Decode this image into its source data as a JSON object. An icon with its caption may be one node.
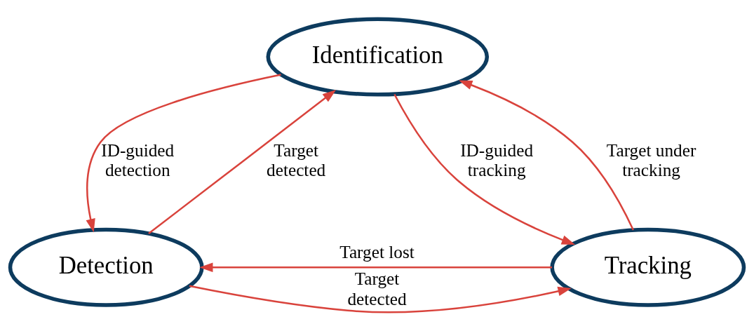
{
  "diagram": {
    "nodes": [
      {
        "text": [
          "Identification"
        ]
      },
      {
        "text": [
          "Detection"
        ]
      },
      {
        "text": [
          "Tracking"
        ]
      }
    ],
    "edges": [
      {
        "from": 1,
        "to": 0,
        "arrow": "to",
        "label": "Target detected"
      },
      {
        "from": 0,
        "to": 1,
        "arrow": "to",
        "label": "ID-guided detection"
      },
      {
        "from": 0,
        "to": 2,
        "arrow": "to",
        "label": "ID-guided tracking"
      },
      {
        "from": 2,
        "to": 0,
        "arrow": "to",
        "label": "Target under tracking"
      },
      {
        "from": 1,
        "to": 2,
        "arrow": "to",
        "label": "Target detected"
      },
      {
        "from": 2,
        "to": 1,
        "arrow": "to",
        "label": "Target lost"
      }
    ]
  }
}
